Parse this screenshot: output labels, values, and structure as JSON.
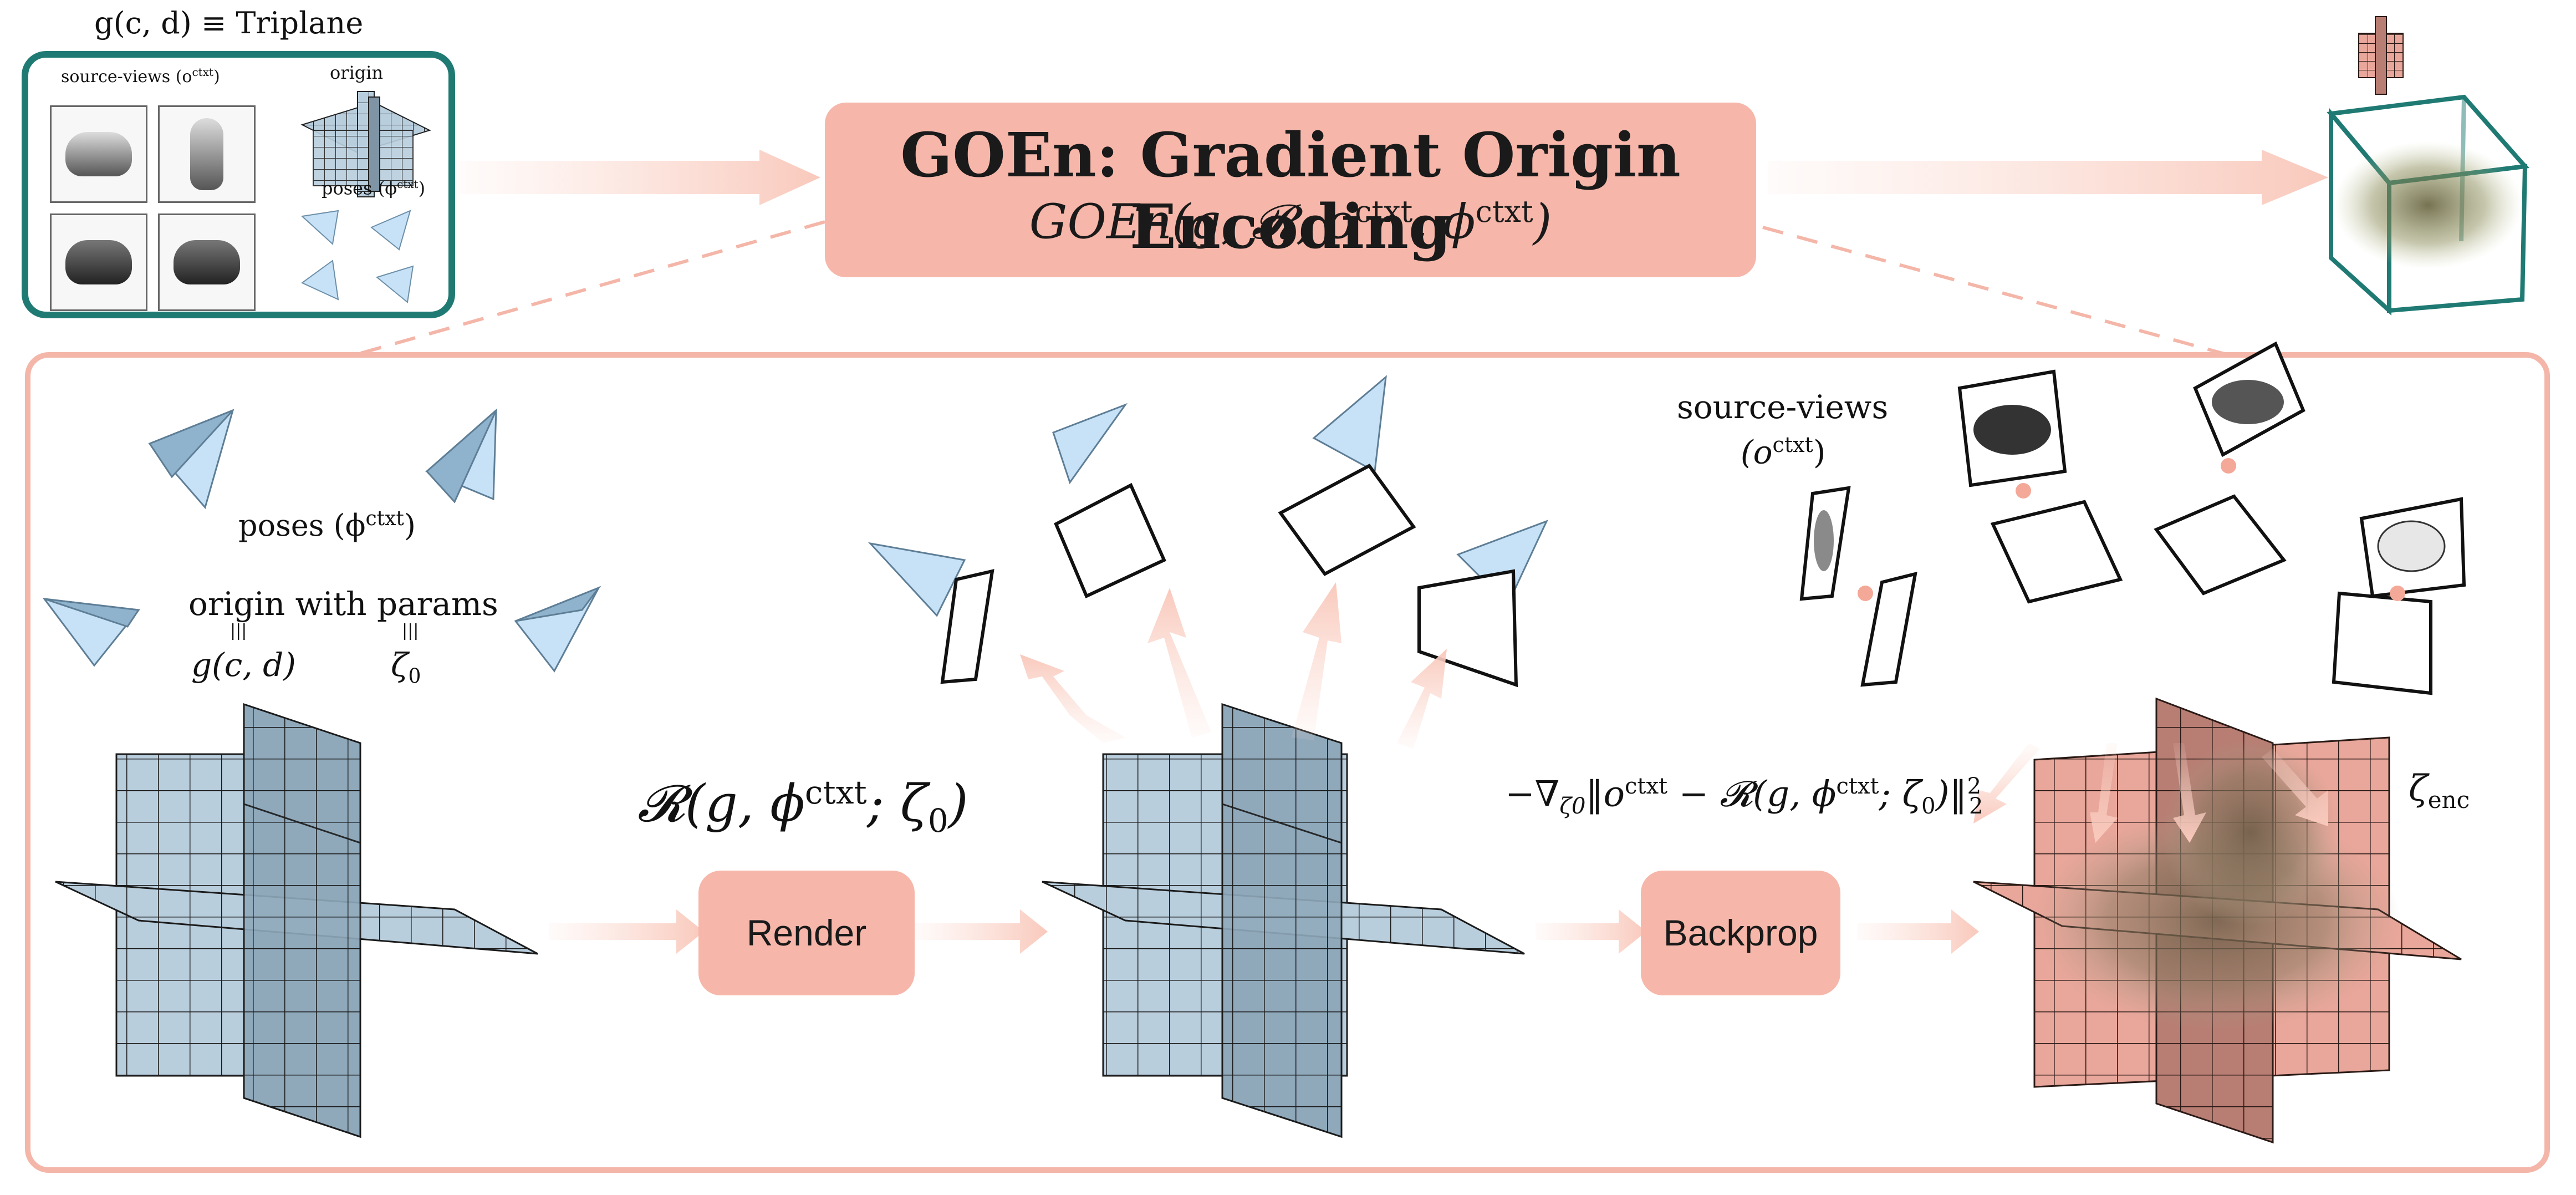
{
  "header": {
    "triplane_title": "g(c, d) ≡ Triplane",
    "source_views_small": "source-views (o",
    "source_views_small_sup": "ctxt",
    "source_views_small_close": ")",
    "origin_small": "origin",
    "poses_small": "poses (ϕ",
    "poses_small_sup": "ctxt",
    "poses_small_close": ")"
  },
  "title_box": {
    "title_main": "GOEn: Gradient Origin Encoding",
    "formula": "GOEn(g, 𝓡, o",
    "formula_sup1": "ctxt",
    "formula_mid": ", ϕ",
    "formula_sup2": "ctxt",
    "formula_end": ")"
  },
  "panel": {
    "poses_label": "poses (ϕ",
    "poses_sup": "ctxt",
    "poses_close": ")",
    "origin_params_label": "origin with params",
    "equiv1": "|||",
    "equiv2": "|||",
    "g_label": "g(c, d)",
    "zeta0_label": "ζ",
    "zeta0_sub": "0",
    "render_formula": "𝓡(g, ϕ",
    "render_formula_sup": "ctxt",
    "render_formula_end": "; ζ",
    "render_formula_sub": "0",
    "render_formula_close": ")",
    "render_button": "Render",
    "grad_formula": "−∇",
    "grad_sub": "ζ0",
    "grad_mid": "‖o",
    "grad_sup": "ctxt",
    "grad_rest": " − 𝓡(g, ϕ",
    "grad_sup2": "ctxt",
    "grad_rest2": "; ζ",
    "grad_sub2": "0",
    "grad_end": ")‖",
    "grad_pow": "2",
    "grad_subend": "2",
    "backprop_button": "Backprop",
    "source_views_label": "source-views",
    "source_views_o": "(o",
    "source_views_sup": "ctxt",
    "source_views_close": ")",
    "zeta_enc": "ζ",
    "zeta_enc_sub": "enc"
  },
  "colors": {
    "teal": "#1f7a73",
    "salmon": "#f6b7aa",
    "salmon_border": "#f4b6a8",
    "arrow_light": "#fbd9cf",
    "blue_grid": "#b9cedd",
    "pink_grid": "#e9a69a",
    "camera_blue": "#c7e2f7"
  }
}
